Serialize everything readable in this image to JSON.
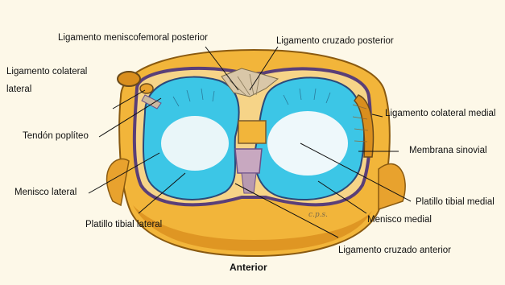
{
  "labels": {
    "lig_meniscofemoral_posterior": "Ligamento meniscofemoral posterior",
    "lig_cruzado_posterior": "Ligamento cruzado posterior",
    "lig_colateral_lateral_1": "Ligamento colateral",
    "lig_colateral_lateral_2": "lateral",
    "lig_colateral_medial": "Ligamento colateral medial",
    "tendon_popliteo": "Tendón poplíteo",
    "membrana_sinovial": "Membrana sinovial",
    "menisco_lateral": "Menisco lateral",
    "platillo_tibial_medial": "Platillo tibial medial",
    "platillo_tibial_lateral": "Platillo tibial lateral",
    "menisco_medial": "Menisco medial",
    "lig_cruzado_anterior": "Ligamento cruzado anterior",
    "anterior": "Anterior"
  },
  "signature": "c.p.s.",
  "colors": {
    "background": "#fdf8e8",
    "bone": "#f2b53a",
    "meniscus": "#3cc6e6",
    "plateau": "#e9f6f9",
    "capsule": "#6a5088",
    "ligament": "#c9b9a0",
    "leader": "#111111"
  }
}
